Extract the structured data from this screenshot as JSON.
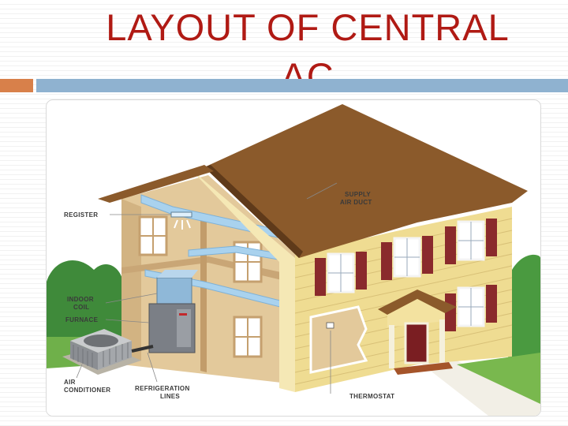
{
  "slide": {
    "title_line1": "LAYOUT OF CENTRAL",
    "title_line2": "AC"
  },
  "diagram": {
    "labels": {
      "register": "REGISTER",
      "supply_line1": "SUPPLY",
      "supply_line2": "AIR DUCT",
      "indoor_line1": "INDOOR",
      "indoor_line2": "COIL",
      "furnace": "FURNACE",
      "ac_line1": "AIR",
      "ac_line2": "CONDITIONER",
      "refrig_line1": "REFRIGERATION",
      "refrig_line2": "LINES",
      "thermostat": "THERMOSTAT"
    }
  },
  "colors": {
    "title": "#b01a14",
    "accent_orange": "#d8804a",
    "accent_blue": "#8fb2d0",
    "roof": "#8b5a2b",
    "siding": "#efdc92",
    "shutter": "#8a2a2c",
    "duct": "#a9d2ee",
    "door": "#7a1e22"
  }
}
